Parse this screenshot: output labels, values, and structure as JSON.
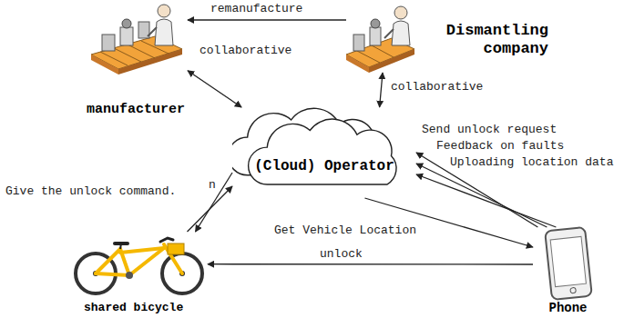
{
  "diagram": {
    "nodes": [
      {
        "text": [
          "manufacturer"
        ]
      },
      {
        "text": [
          "Dismantling company"
        ]
      },
      {
        "text": [
          "(Cloud) Operator"
        ]
      },
      {
        "text": [
          "shared bicycle"
        ]
      },
      {
        "text": [
          "Phone"
        ]
      }
    ],
    "edges": [
      {
        "from": 1,
        "to": 0,
        "arrow": "to",
        "label": "remanufacture"
      },
      {
        "from": 0,
        "to": 2,
        "arrow": "both"
      },
      {
        "from": 1,
        "to": 2,
        "arrow": "both",
        "label": "collaborative"
      },
      {
        "from": 2,
        "to": 3,
        "arrow": "to",
        "label": "Give the unlock command."
      },
      {
        "from": 3,
        "to": 2,
        "arrow": "to"
      },
      {
        "from": 4,
        "to": 2,
        "arrow": "to",
        "label": "Send unlock request"
      },
      {
        "from": 4,
        "to": 2,
        "arrow": "to",
        "label": "Feedback on faults"
      },
      {
        "from": 4,
        "to": 2,
        "arrow": "to",
        "label": "Uploading location data"
      },
      {
        "from": 2,
        "to": 4,
        "arrow": "to",
        "label": "Get Vehicle Location"
      },
      {
        "from": 4,
        "to": 3,
        "arrow": "to",
        "label": "unlock"
      }
    ],
    "labels": [
      "collaborative",
      "n"
    ]
  }
}
